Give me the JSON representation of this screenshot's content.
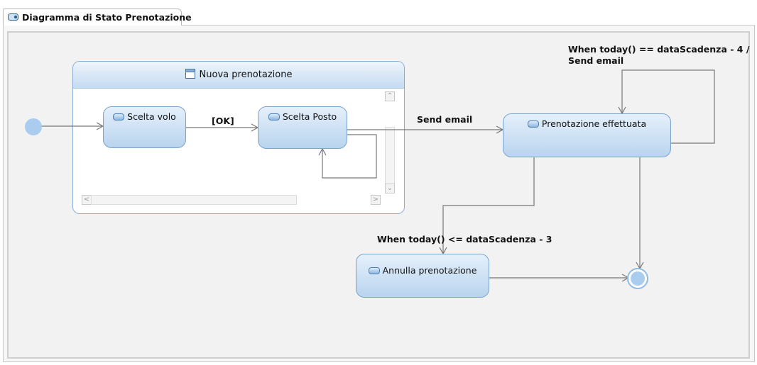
{
  "diagram": {
    "title": "Diagramma di Stato Prenotazione",
    "composite": {
      "title": "Nuova prenotazione"
    },
    "states": {
      "scelta_volo": "Scelta volo",
      "scelta_posto": "Scelta Posto",
      "prenotazione_effettuata": "Prenotazione effettuata",
      "annulla_prenotazione": "Annulla prenotazione"
    },
    "transitions": {
      "ok": "[OK]",
      "send_email": "Send email",
      "when_minus4_line1": "When today() == dataScadenza - 4 /",
      "when_minus4_line2": "Send email",
      "when_minus3": "When today() <= dataScadenza - 3"
    },
    "colors": {
      "state_fill_top": "#e5f0fb",
      "state_fill_bottom": "#b9d4ee",
      "state_border": "#7aa3cc",
      "initial_node": "#a9ccef",
      "edge": "#777777"
    }
  }
}
